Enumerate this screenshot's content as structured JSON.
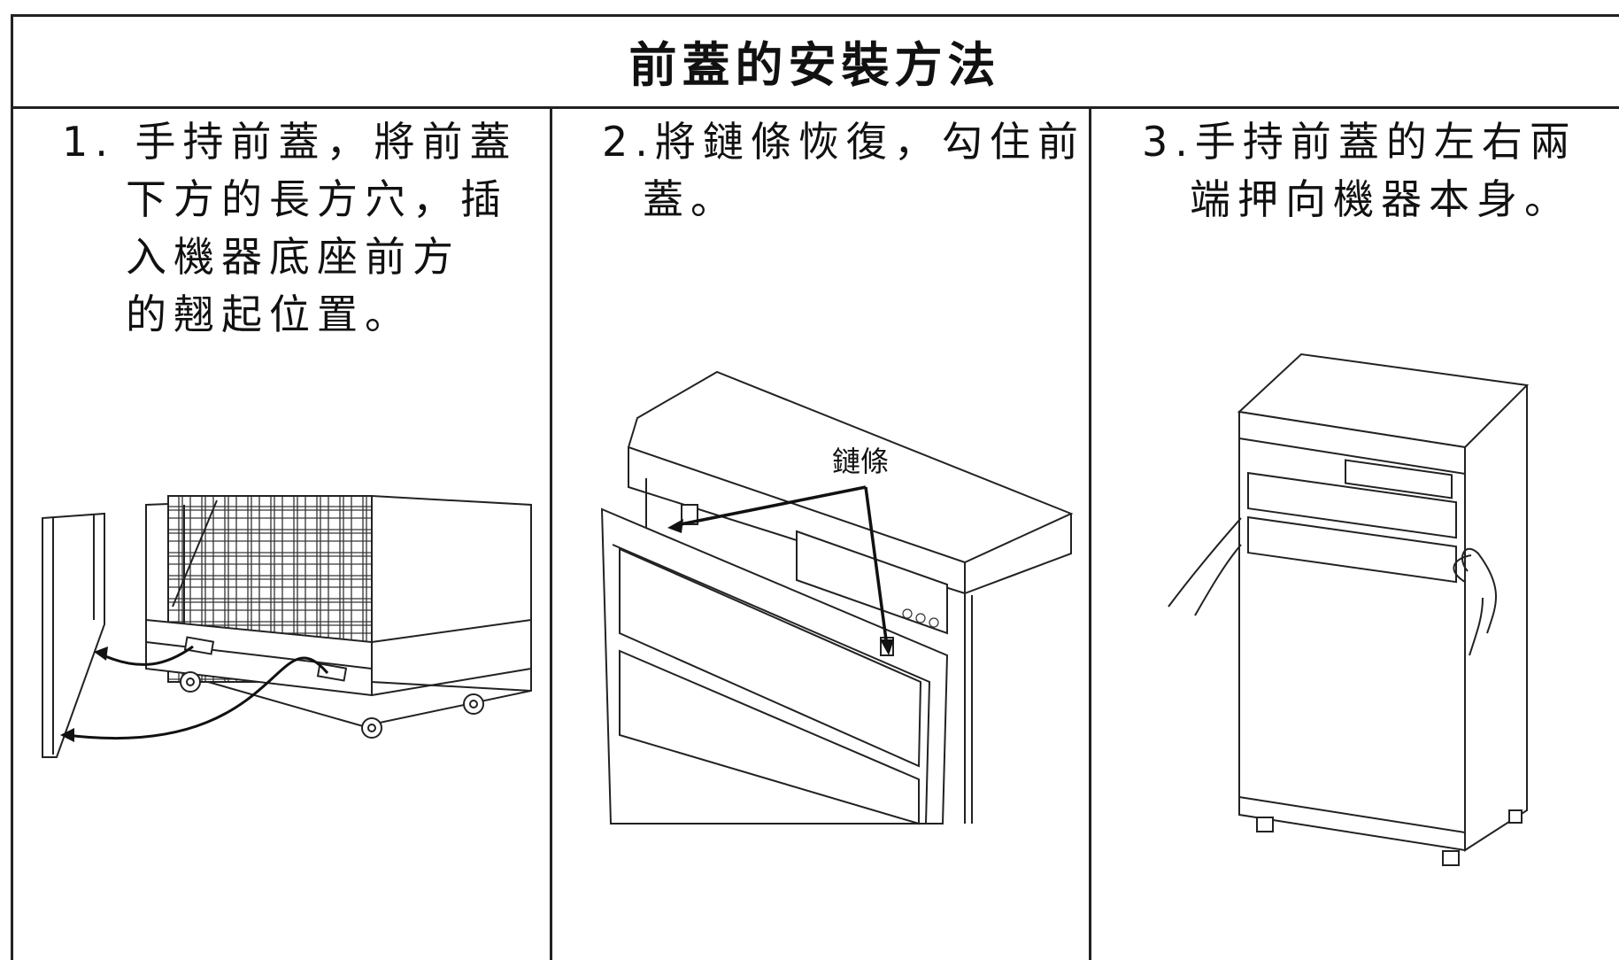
{
  "title": "前蓋的安裝方法",
  "steps": [
    {
      "lines": [
        "1. 手持前蓋，將前蓋",
        "下方的長方穴，插",
        "入機器底座前方",
        "的翹起位置。"
      ]
    },
    {
      "lines": [
        "2.將鏈條恢復，勾住前",
        "蓋。"
      ],
      "label": "鏈條"
    },
    {
      "lines": [
        "3.手持前蓋的左右兩",
        "端押向機器本身。"
      ]
    }
  ]
}
